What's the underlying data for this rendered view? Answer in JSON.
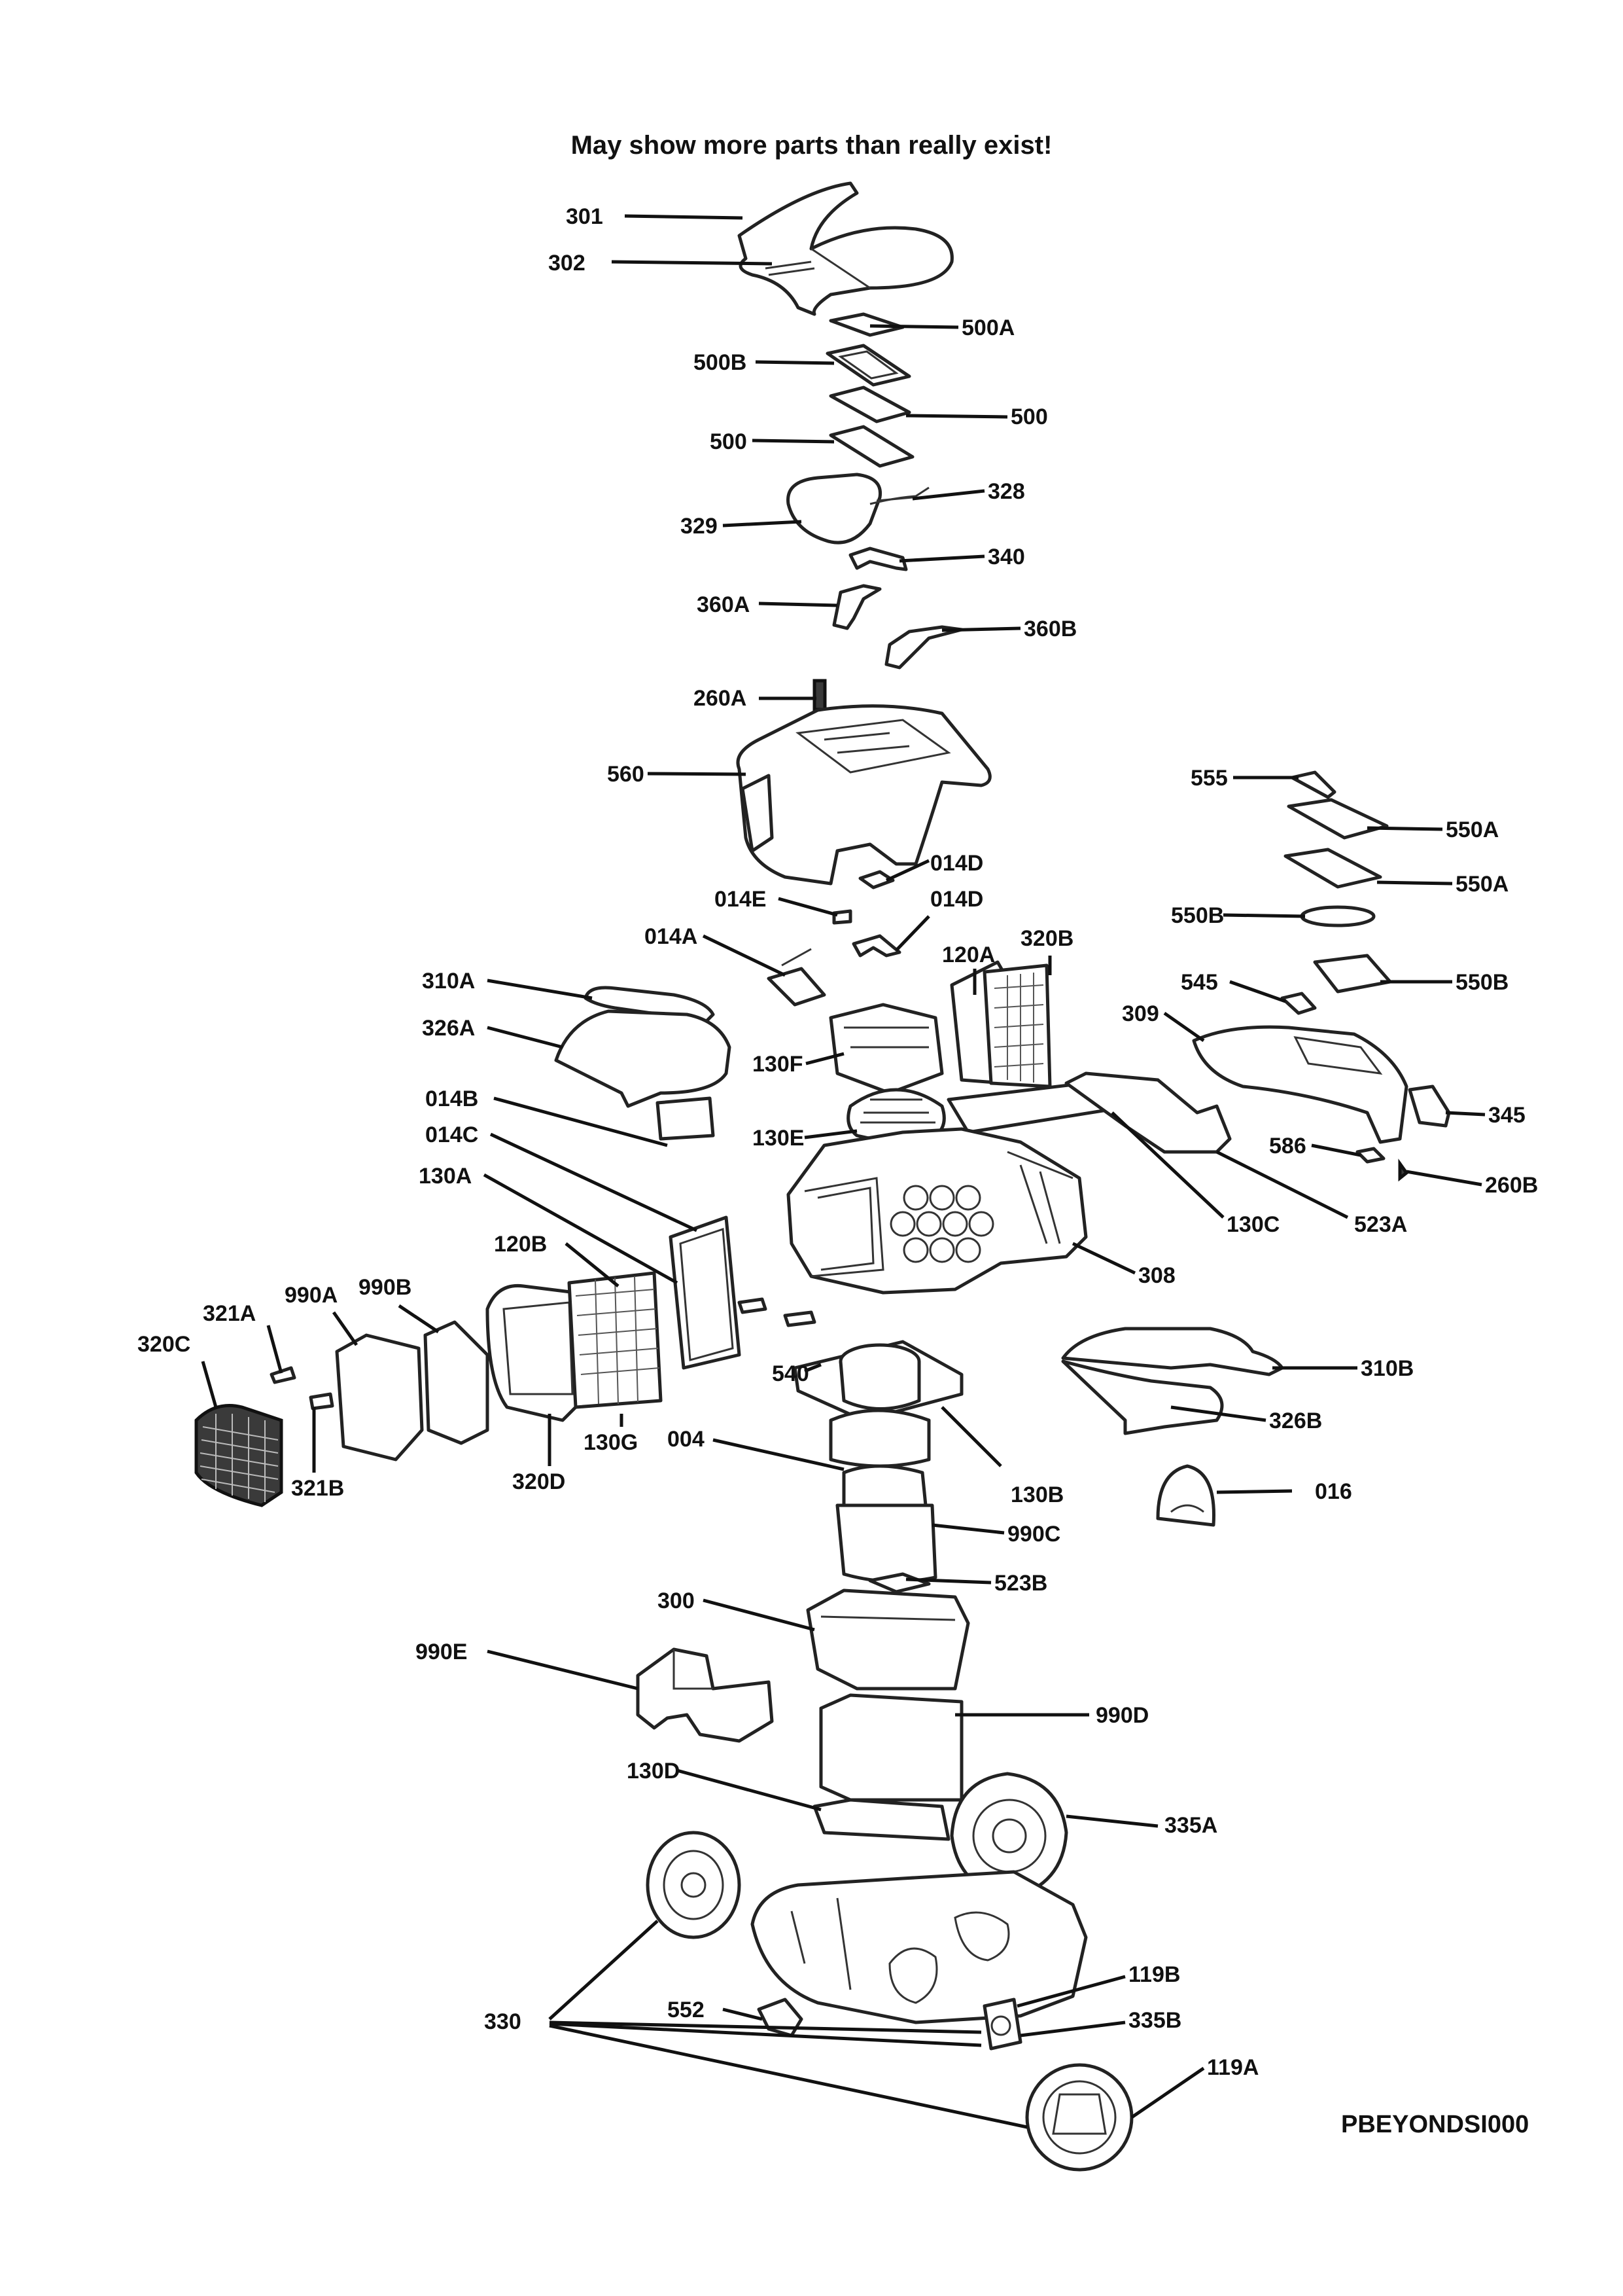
{
  "header": {
    "note": "May show more parts than really exist!"
  },
  "footer": {
    "drawing_code": "PBEYONDSI000"
  },
  "parts": [
    {
      "label": "301"
    },
    {
      "label": "302"
    },
    {
      "label": "500A"
    },
    {
      "label": "500B"
    },
    {
      "label": "500"
    },
    {
      "label": "500"
    },
    {
      "label": "328"
    },
    {
      "label": "329"
    },
    {
      "label": "340"
    },
    {
      "label": "360A"
    },
    {
      "label": "360B"
    },
    {
      "label": "260A"
    },
    {
      "label": "560"
    },
    {
      "label": "555"
    },
    {
      "label": "550A"
    },
    {
      "label": "550A"
    },
    {
      "label": "550B"
    },
    {
      "label": "550B"
    },
    {
      "label": "014D"
    },
    {
      "label": "014E"
    },
    {
      "label": "014D"
    },
    {
      "label": "014A"
    },
    {
      "label": "120A"
    },
    {
      "label": "320B"
    },
    {
      "label": "310A"
    },
    {
      "label": "326A"
    },
    {
      "label": "130F"
    },
    {
      "label": "545"
    },
    {
      "label": "309"
    },
    {
      "label": "014B"
    },
    {
      "label": "014C"
    },
    {
      "label": "130E"
    },
    {
      "label": "345"
    },
    {
      "label": "586"
    },
    {
      "label": "260B"
    },
    {
      "label": "130A"
    },
    {
      "label": "523A"
    },
    {
      "label": "130C"
    },
    {
      "label": "120B"
    },
    {
      "label": "308"
    },
    {
      "label": "990A"
    },
    {
      "label": "990B"
    },
    {
      "label": "321A"
    },
    {
      "label": "320C"
    },
    {
      "label": "540"
    },
    {
      "label": "310B"
    },
    {
      "label": "326B"
    },
    {
      "label": "130G"
    },
    {
      "label": "004"
    },
    {
      "label": "321B"
    },
    {
      "label": "320D"
    },
    {
      "label": "130B"
    },
    {
      "label": "016"
    },
    {
      "label": "990C"
    },
    {
      "label": "523B"
    },
    {
      "label": "300"
    },
    {
      "label": "990E"
    },
    {
      "label": "990D"
    },
    {
      "label": "130D"
    },
    {
      "label": "335A"
    },
    {
      "label": "119B"
    },
    {
      "label": "552"
    },
    {
      "label": "330"
    },
    {
      "label": "335B"
    },
    {
      "label": "119A"
    }
  ]
}
